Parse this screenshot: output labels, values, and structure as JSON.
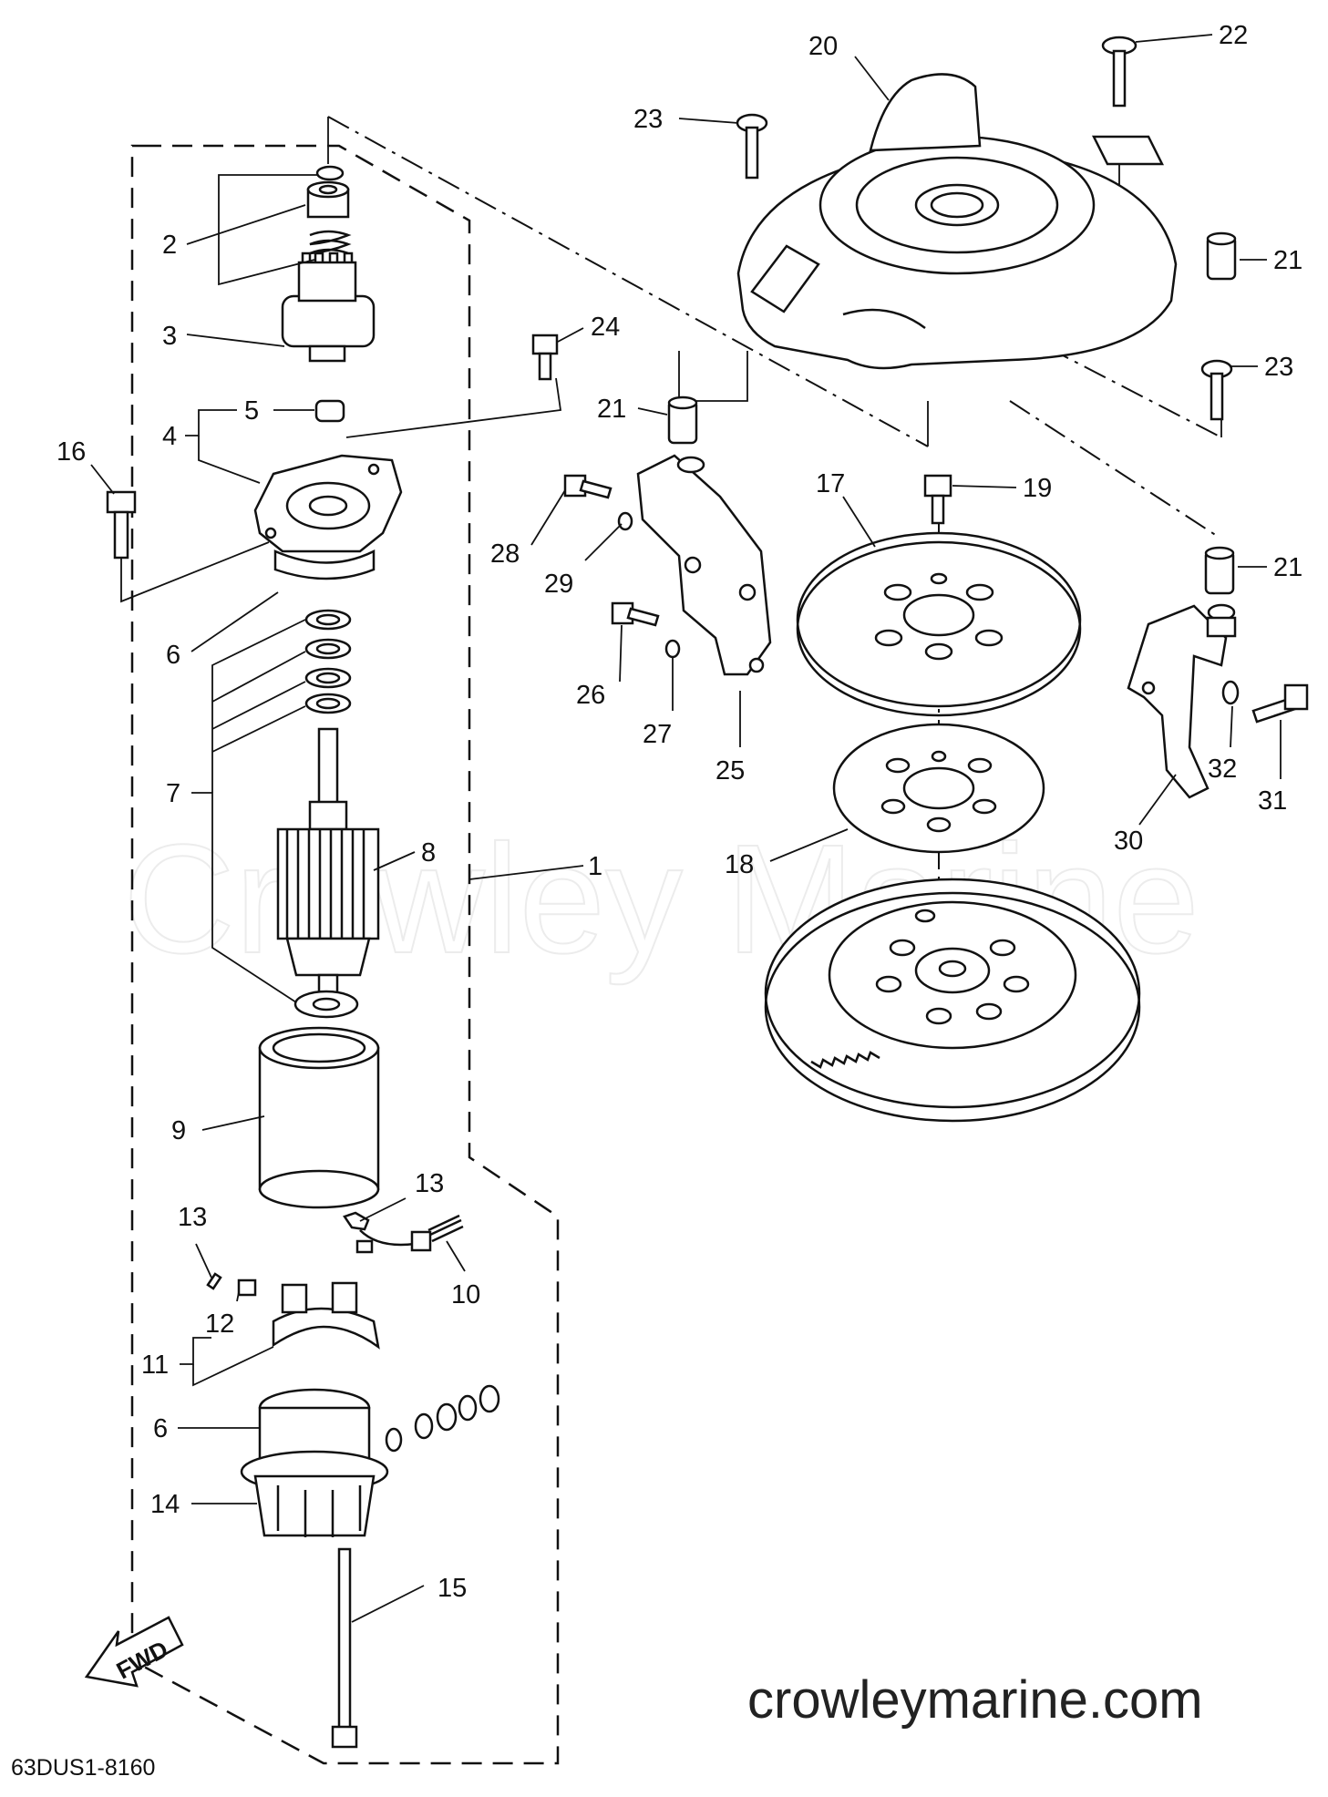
{
  "diagram": {
    "watermark": "Crowley Marine",
    "website": "crowleymarine.com",
    "drawing_code": "63DUS1-8160",
    "direction_arrow_label": "FWD",
    "callouts": [
      {
        "id": "c1",
        "label": "1"
      },
      {
        "id": "c2",
        "label": "2"
      },
      {
        "id": "c3",
        "label": "3"
      },
      {
        "id": "c4",
        "label": "4"
      },
      {
        "id": "c5",
        "label": "5"
      },
      {
        "id": "c6a",
        "label": "6"
      },
      {
        "id": "c6b",
        "label": "6"
      },
      {
        "id": "c7",
        "label": "7"
      },
      {
        "id": "c8",
        "label": "8"
      },
      {
        "id": "c9",
        "label": "9"
      },
      {
        "id": "c10",
        "label": "10"
      },
      {
        "id": "c11",
        "label": "11"
      },
      {
        "id": "c12",
        "label": "12"
      },
      {
        "id": "c13a",
        "label": "13"
      },
      {
        "id": "c13b",
        "label": "13"
      },
      {
        "id": "c14",
        "label": "14"
      },
      {
        "id": "c15",
        "label": "15"
      },
      {
        "id": "c16",
        "label": "16"
      },
      {
        "id": "c17",
        "label": "17"
      },
      {
        "id": "c18",
        "label": "18"
      },
      {
        "id": "c19",
        "label": "19"
      },
      {
        "id": "c20",
        "label": "20"
      },
      {
        "id": "c21a",
        "label": "21"
      },
      {
        "id": "c21b",
        "label": "21"
      },
      {
        "id": "c21c",
        "label": "21"
      },
      {
        "id": "c22",
        "label": "22"
      },
      {
        "id": "c23a",
        "label": "23"
      },
      {
        "id": "c23b",
        "label": "23"
      },
      {
        "id": "c24",
        "label": "24"
      },
      {
        "id": "c25",
        "label": "25"
      },
      {
        "id": "c26",
        "label": "26"
      },
      {
        "id": "c27",
        "label": "27"
      },
      {
        "id": "c28",
        "label": "28"
      },
      {
        "id": "c29",
        "label": "29"
      },
      {
        "id": "c30",
        "label": "30"
      },
      {
        "id": "c31",
        "label": "31"
      },
      {
        "id": "c32",
        "label": "32"
      }
    ]
  }
}
